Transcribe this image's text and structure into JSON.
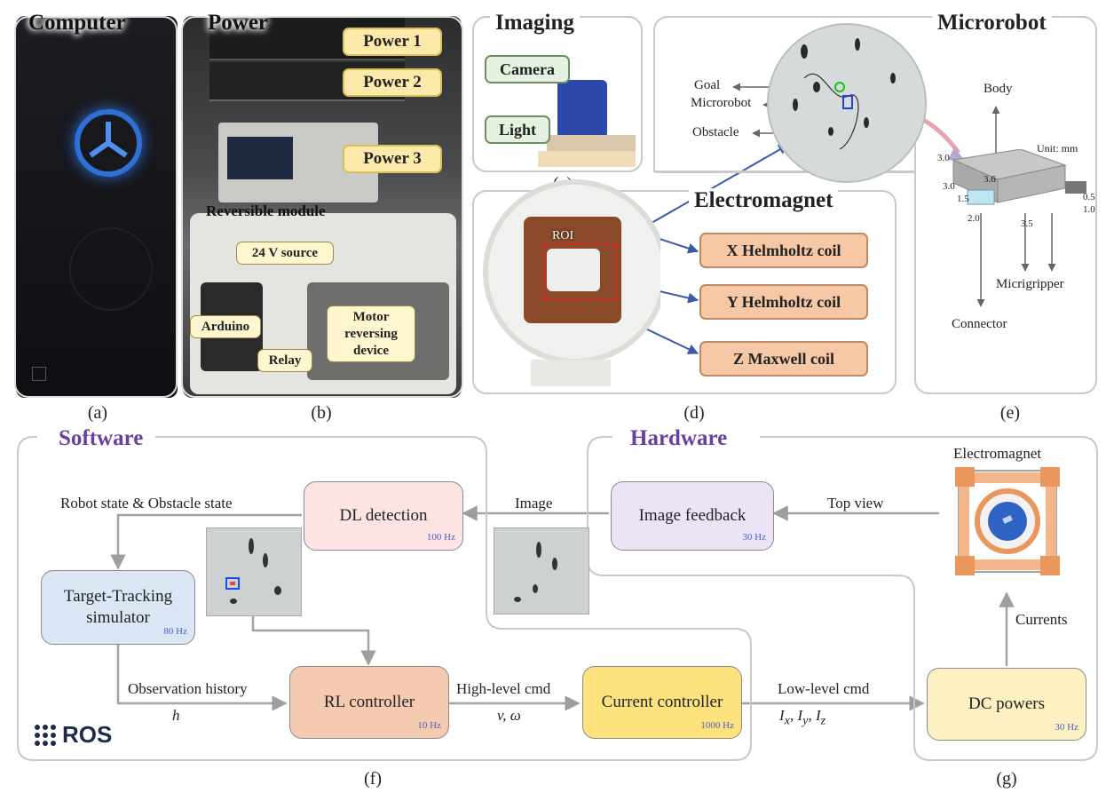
{
  "panels": {
    "computer": {
      "title": "Computer",
      "label": "(a)"
    },
    "power": {
      "title": "Power",
      "label": "(b)",
      "tags": [
        "Power 1",
        "Power 2",
        "Power 3"
      ],
      "module_title": "Reversible module",
      "module_tags": [
        "24 V source",
        "Arduino",
        "Relay",
        "Motor reversing device"
      ]
    },
    "imaging": {
      "title": "Imaging",
      "label": "(c)",
      "tags": [
        "Camera",
        "Light"
      ]
    },
    "electromagnet": {
      "title": "Electromagnet",
      "label": "(d)",
      "roi": "ROI",
      "coils": [
        "X Helmholtz coil",
        "Y Helmholtz coil",
        "Z Maxwell coil"
      ]
    },
    "microrobot": {
      "title": "Microrobot",
      "label": "(e)",
      "view_labels": [
        "Goal",
        "Microrobot",
        "Obstacle"
      ],
      "body": "Body",
      "unit": "Unit: mm",
      "dims": [
        "3.0",
        "3.6",
        "3.0",
        "1.5",
        "0.5",
        "1.0",
        "2.0",
        "3.5"
      ],
      "microgripper": "Micrigripper",
      "connector": "Connector"
    },
    "software": {
      "title": "Software",
      "label": "(f)",
      "logo": "ROS"
    },
    "hardware": {
      "title": "Hardware",
      "label": "(g)",
      "em_label": "Electromagnet"
    }
  },
  "blocks": {
    "dl": {
      "name": "DL detection",
      "rate": "100 Hz"
    },
    "img": {
      "name": "Image feedback",
      "rate": "30 Hz"
    },
    "tts1": {
      "name": "Target-Tracking",
      "rate": "80 Hz"
    },
    "tts2": {
      "name": "simulator"
    },
    "rl": {
      "name": "RL controller",
      "rate": "10 Hz"
    },
    "cc": {
      "name": "Current controller",
      "rate": "1000 Hz"
    },
    "dc": {
      "name": "DC powers",
      "rate": "30 Hz"
    }
  },
  "flows": {
    "state": "Robot state & Obstacle state",
    "image": "Image",
    "topview": "Top view",
    "obs": "Observation history",
    "obs_sym": "h",
    "hl": "High-level cmd",
    "hl_sym": "v, ω",
    "ll": "Low-level cmd",
    "currents": "Currents"
  },
  "colors": {
    "title_purple": "#6b3fa0",
    "rate_blue": "#4a5fc7"
  }
}
